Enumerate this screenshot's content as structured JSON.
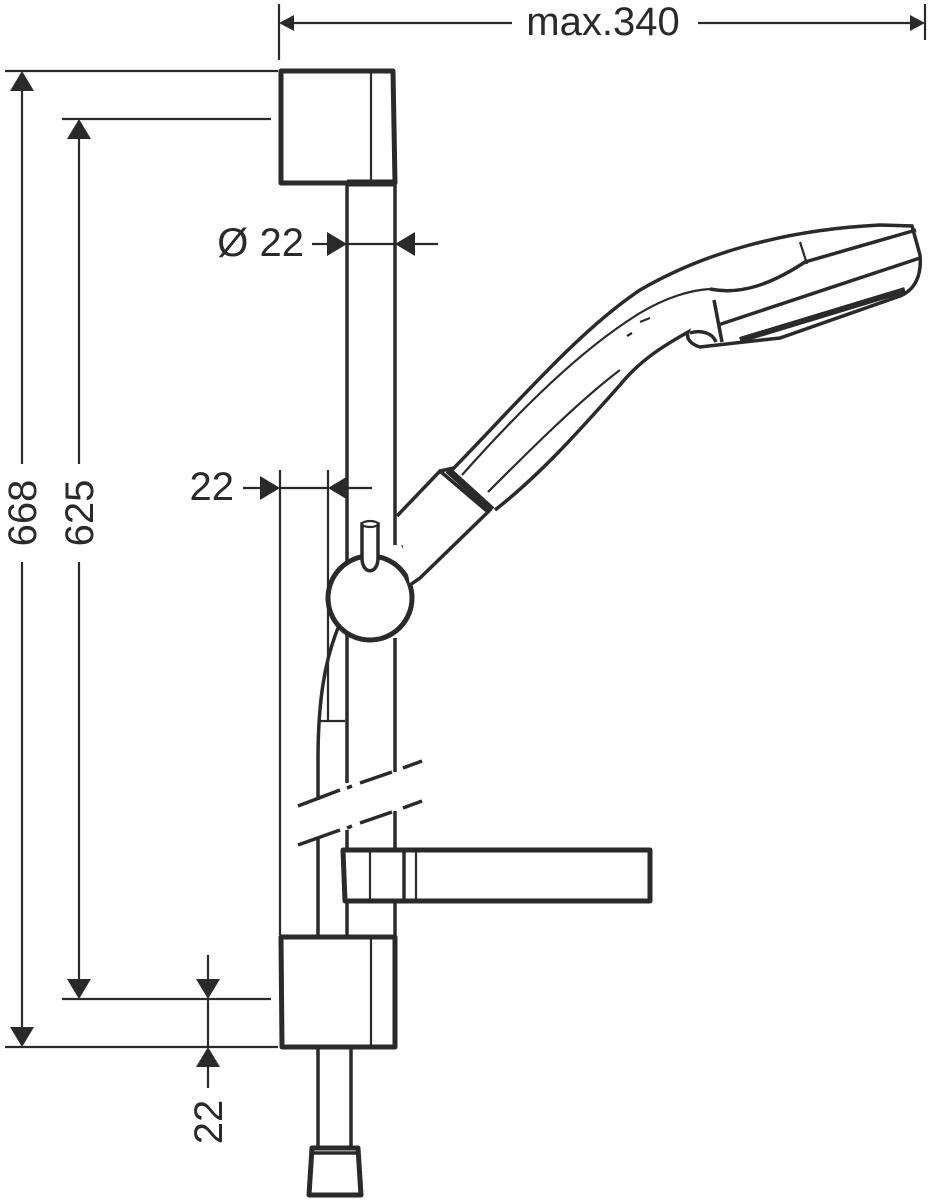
{
  "drawing": {
    "subject": "Shower rail set with hand shower, slider, soap dish and wall brackets",
    "line_color": "#2a2a2a",
    "background": "#ffffff"
  },
  "dimensions": {
    "max_projection": {
      "label": "max.340",
      "value": 340,
      "orientation": "horizontal"
    },
    "overall_height": {
      "label": "668",
      "value": 668,
      "orientation": "vertical"
    },
    "bracket_centers": {
      "label": "625",
      "value": 625,
      "orientation": "vertical"
    },
    "rail_diameter": {
      "label": "Ø 22",
      "value": 22,
      "orientation": "horizontal"
    },
    "rail_wall_offset": {
      "label": "22",
      "value": 22,
      "orientation": "horizontal"
    },
    "bottom_bracket_offset": {
      "label": "22",
      "value": 22,
      "orientation": "vertical"
    }
  },
  "components": [
    {
      "id": "top-bracket",
      "label": "Top wall bracket"
    },
    {
      "id": "rail",
      "label": "Shower rail Ø22"
    },
    {
      "id": "slider",
      "label": "Slider with hand shower holder"
    },
    {
      "id": "hand-shower",
      "label": "Hand shower"
    },
    {
      "id": "hose",
      "label": "Shower hose"
    },
    {
      "id": "soap-dish",
      "label": "Soap dish"
    },
    {
      "id": "bottom-bracket",
      "label": "Bottom wall bracket"
    },
    {
      "id": "hose-nut",
      "label": "Hose connection nut"
    }
  ]
}
